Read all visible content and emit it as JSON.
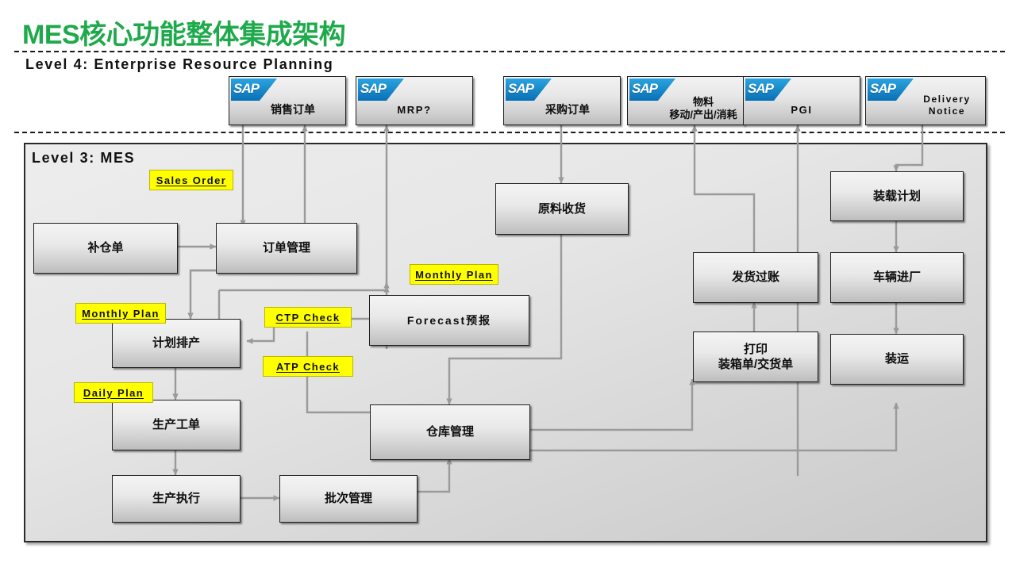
{
  "title": "MES核心功能整体集成架构",
  "levels": {
    "level4": "Level 4: Enterprise Resource Planning",
    "level3": "Level 3: MES"
  },
  "colors": {
    "title_green": "#1EAA4B",
    "tag_yellow": "#FFFF00",
    "sap_blue": "#0a6fb5",
    "box_border": "#1f1f1f",
    "connector_gray": "#9a9a9a"
  },
  "erp_boxes": [
    {
      "logo": "SAP",
      "label": "销售订单",
      "latin": false
    },
    {
      "logo": "SAP",
      "label": "MRP?",
      "latin": true
    },
    {
      "logo": "SAP",
      "label": "采购订单",
      "latin": false
    },
    {
      "logo": "SAP",
      "label": "物料\n移动/产出/消耗",
      "latin": false
    },
    {
      "logo": "SAP",
      "label": "PGI",
      "latin": true
    },
    {
      "logo": "SAP",
      "label": "Delivery\nNotice",
      "latin": true
    }
  ],
  "mes_boxes": [
    {
      "label": "补仓单",
      "latin": false
    },
    {
      "label": "订单管理",
      "latin": false
    },
    {
      "label": "原料收货",
      "latin": false
    },
    {
      "label": "装载计划",
      "latin": false
    },
    {
      "label": "计划排产",
      "latin": false
    },
    {
      "label": "Forecast预报",
      "latin": true
    },
    {
      "label": "发货过账",
      "latin": false
    },
    {
      "label": "车辆进厂",
      "latin": false
    },
    {
      "label": "生产工单",
      "latin": false
    },
    {
      "label": "打印\n装箱单/交货单",
      "latin": false
    },
    {
      "label": "装运",
      "latin": false
    },
    {
      "label": "仓库管理",
      "latin": false
    },
    {
      "label": "生产执行",
      "latin": false
    },
    {
      "label": "批次管理",
      "latin": false
    }
  ],
  "tags": [
    {
      "label": "Sales Order"
    },
    {
      "label": "Monthly Plan"
    },
    {
      "label": "CTP Check"
    },
    {
      "label": "ATP Check"
    },
    {
      "label": "Monthly Plan"
    },
    {
      "label": "Daily Plan"
    }
  ]
}
